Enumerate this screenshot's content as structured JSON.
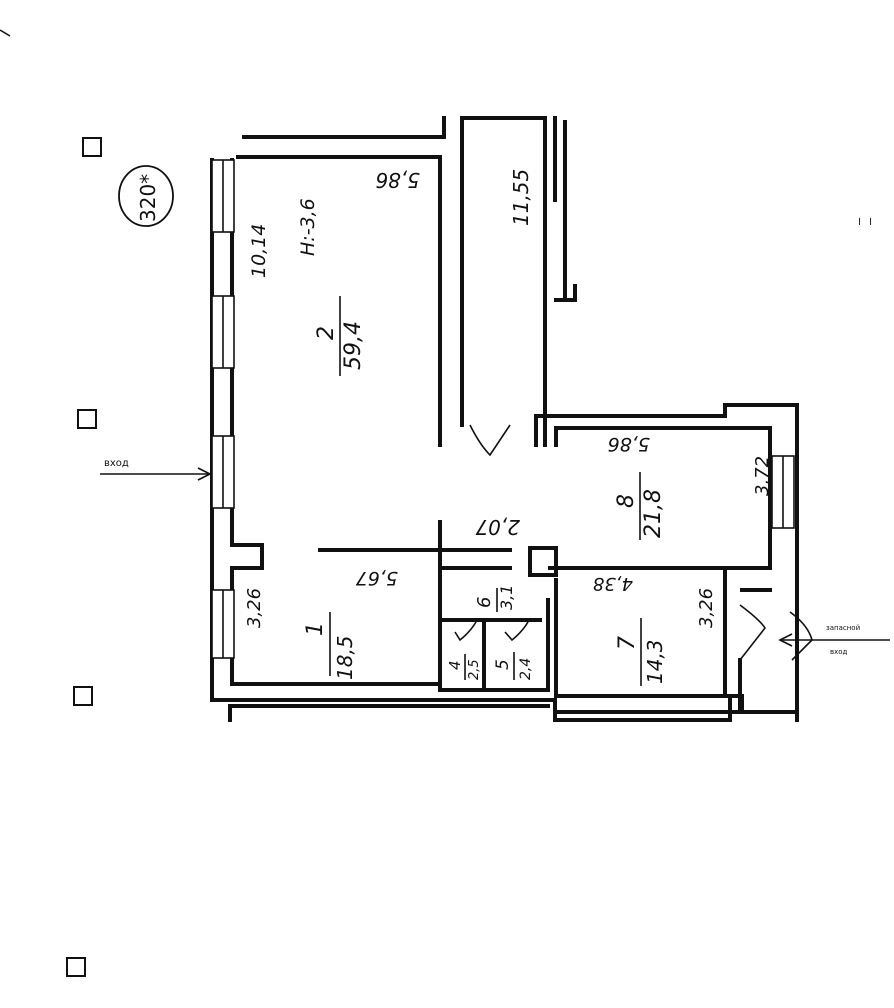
{
  "stamp": "320*",
  "height_note": "H:-3,6",
  "entrance_label": "вход",
  "spare_entrance_label_1": "запасной",
  "spare_entrance_label_2": "вход",
  "corridor_dimension": "11,55",
  "rooms": [
    {
      "number": "1",
      "area": "18,5",
      "dims": [
        "3,26",
        "5,67"
      ]
    },
    {
      "number": "2",
      "area": "59,4",
      "dims": [
        "10,14",
        "5,86"
      ]
    },
    {
      "number": "4",
      "area": "2,5"
    },
    {
      "number": "5",
      "area": "2,4"
    },
    {
      "number": "6",
      "area": "3,1",
      "dims": [
        "2,07"
      ]
    },
    {
      "number": "7",
      "area": "14,3",
      "dims": [
        "3,26",
        "4,38"
      ]
    },
    {
      "number": "8",
      "area": "21,8",
      "dims": [
        "3,72",
        "5,86"
      ]
    }
  ],
  "right_marks": "╷ ╷"
}
